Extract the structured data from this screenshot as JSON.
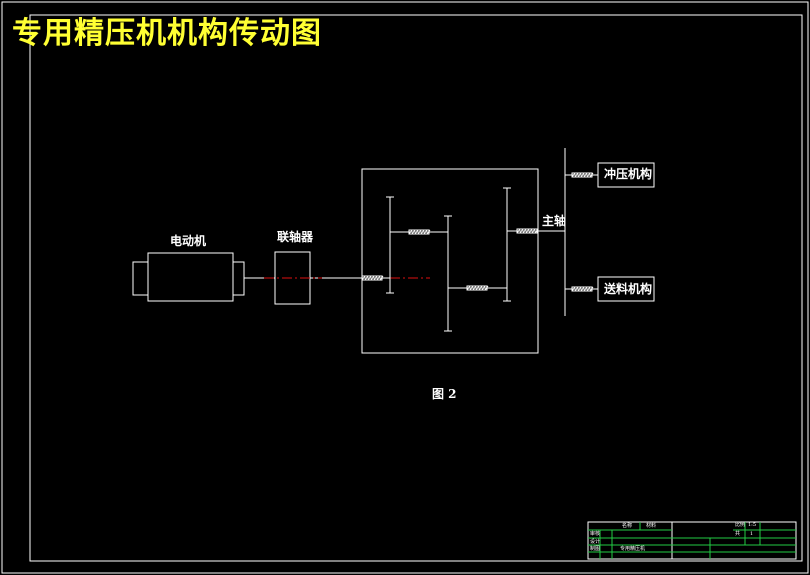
{
  "title": "专用精压机机构传动图",
  "diagram": {
    "motor_label": "电动机",
    "coupling_label": "联轴器",
    "main_shaft_label": "主轴",
    "punch_label": "冲压机构",
    "feed_label": "送料机构",
    "figure_caption": "图 2"
  },
  "title_block": {
    "scale_label": "比例",
    "scale_value": "1:5",
    "sheet_label": "共",
    "sheet_value": "1",
    "row_labels": [
      "审核",
      "设计",
      "制图"
    ],
    "header_left": "名称",
    "header_right": "材料",
    "drawing_name": "专用精压机"
  },
  "colors": {
    "background": "#000000",
    "lines": "#ffffff",
    "title": "#ffff33",
    "centerline": "#dd1111",
    "title_block_lines": "#22cc44"
  }
}
